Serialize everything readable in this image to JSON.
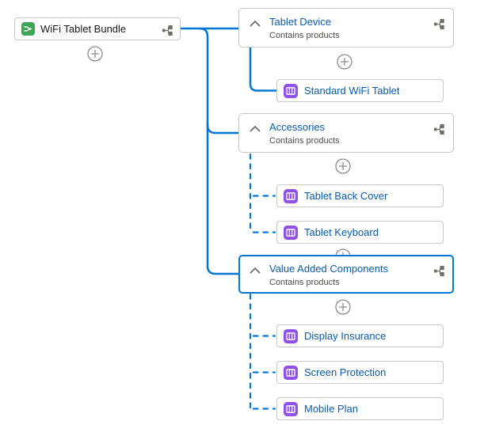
{
  "colors": {
    "background": "#ffffff",
    "connector_blue": "#0176d3",
    "selected_border_blue": "#0176d3",
    "link_text_blue": "#0b5cab",
    "root_text": "#181818",
    "node_border_gray": "#c9c7c5",
    "icon_gray": "#706e6b",
    "plus_gray": "#8c8c8c",
    "subtitle_gray": "#514f4d",
    "bundle_icon_green": "#3ba755",
    "product_icon_purple": "#9050e9"
  },
  "root": {
    "label": "WiFi Tablet Bundle"
  },
  "groups": [
    {
      "title": "Tablet Device",
      "subtitle": "Contains products",
      "selected": false,
      "children": [
        {
          "label": "Standard WiFi Tablet"
        }
      ]
    },
    {
      "title": "Accessories",
      "subtitle": "Contains products",
      "selected": false,
      "children": [
        {
          "label": "Tablet Back Cover"
        },
        {
          "label": "Tablet Keyboard"
        }
      ]
    },
    {
      "title": "Value Added Components",
      "subtitle": "Contains products",
      "selected": true,
      "children": [
        {
          "label": "Display Insurance"
        },
        {
          "label": "Screen Protection"
        },
        {
          "label": "Mobile Plan"
        }
      ]
    }
  ]
}
